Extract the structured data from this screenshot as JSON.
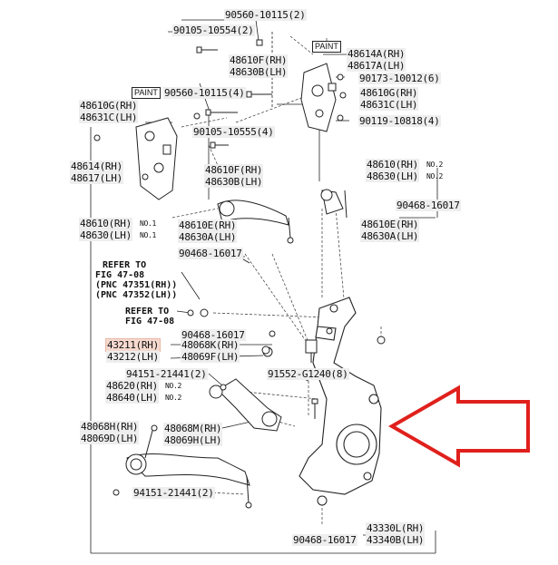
{
  "labels": {
    "l1": "90560-10115(2)",
    "l2": "90105-10554(2)",
    "paint_top": "PAINT",
    "l3": "48614A(RH)",
    "l4": "48617A(LH)",
    "l5": "48610F(RH)",
    "l6": "48630B(LH)",
    "l7": "90173-10012(6)",
    "paint_left": "PAINT",
    "l8": "90560-10115(4)",
    "l9": "48610G(RH)",
    "l10": "48631C(LH)",
    "l11": "48610G(RH)",
    "l12": "48631C(LH)",
    "l13": "90119-10818(4)",
    "l14": "90105-10555(4)",
    "l15": "48614(RH)",
    "l16": "48617(LH)",
    "l17": "48610F(RH)",
    "l18": "48630B(LH)",
    "l19": "48610(RH)",
    "l19b": "NO.2",
    "l20": "48630(LH)",
    "l20b": "NO.2",
    "l21": "90468-16017",
    "l22": "48610(RH)",
    "l22b": "NO.1",
    "l23": "48630(LH)",
    "l23b": "NO.1",
    "l24": "48610E(RH)",
    "l25": "48630A(LH)",
    "l26": "48610E(RH)",
    "l27": "48630A(LH)",
    "l28": "90468-16017",
    "ref1a": "REFER TO",
    "ref1b": "FIG 47-08",
    "ref1c": "(PNC 47351(RH))",
    "ref1d": "(PNC 47352(LH))",
    "ref2a": "REFER TO",
    "ref2b": "FIG 47-08",
    "l29": "90468-16017",
    "l30": "43211(RH)",
    "l31": "43212(LH)",
    "l32": "48068K(RH)",
    "l33": "48069F(LH)",
    "l34": "94151-21441(2)",
    "l35": "91552-G1240(8)",
    "l36": "48620(RH)",
    "l36b": "NO.2",
    "l37": "48640(LH)",
    "l37b": "NO.2",
    "l38": "48068H(RH)",
    "l39": "48069D(LH)",
    "l40": "48068M(RH)",
    "l41": "48069H(LH)",
    "l42": "94151-21441(2)",
    "l43": "43330L(RH)",
    "l44": "43340B(LH)",
    "l45": "90468-16017"
  },
  "colors": {
    "arrow": "#e0201c",
    "line": "#222222",
    "label_bg": "#eeeeee",
    "highlight_bg": "#f6d9cf"
  }
}
